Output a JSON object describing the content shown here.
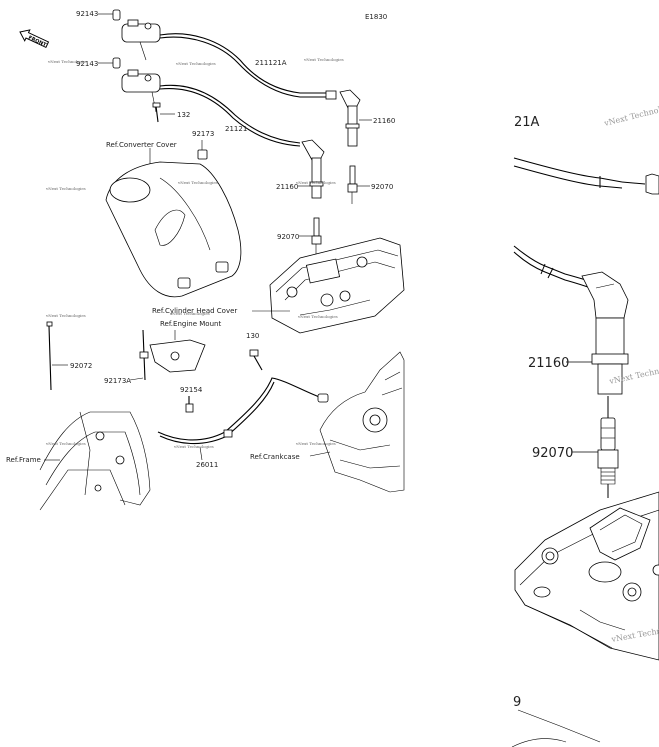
{
  "diagram_code": "E1830",
  "front_label": "FRONT",
  "watermark": "vNext Technologies",
  "part_numbers": {
    "p92143_top": "92143",
    "p92143_mid": "92143",
    "p132": "132",
    "p211121A": "211121A",
    "p21121": "21121",
    "p21160_right": "21160",
    "p21160_left": "21160",
    "p92070_right": "92070",
    "p92070_left": "92070",
    "p92173": "92173",
    "p92072": "92072",
    "p92173A": "92173A",
    "p92154": "92154",
    "p130": "130",
    "p26011": "26011"
  },
  "references": {
    "converter_cover": "Ref.Converter Cover",
    "cylinder_head_cover": "Ref.Cylinder Head Cover",
    "engine_mount": "Ref.Engine Mount",
    "frame": "Ref.Frame",
    "crankcase": "Ref.Crankcase"
  },
  "zoom": {
    "label_21A": "21A",
    "label_21160": "21160",
    "label_92070": "92070",
    "label_9_partial": "9"
  }
}
